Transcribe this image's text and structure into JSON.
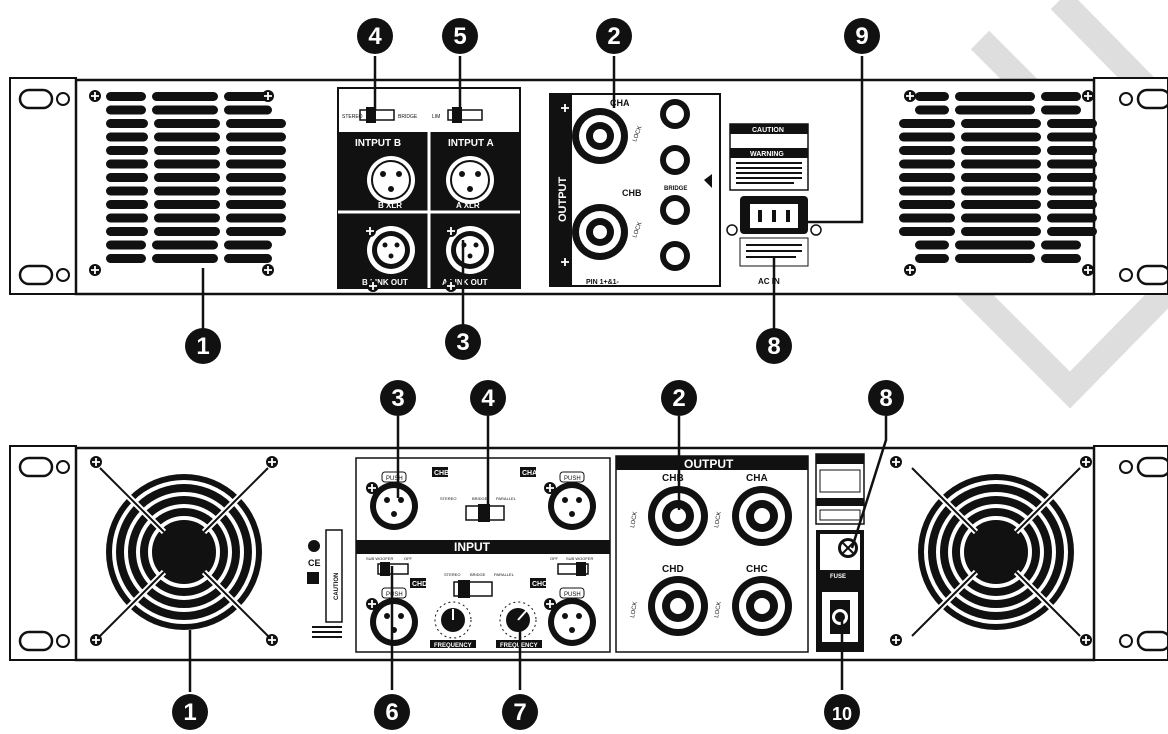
{
  "callouts": {
    "top": [
      "4",
      "5",
      "2",
      "9",
      "1",
      "3",
      "8"
    ],
    "bottom": [
      "3",
      "4",
      "2",
      "8",
      "1",
      "6",
      "7",
      "10"
    ]
  },
  "top_panel": {
    "input_b": "INTPUT B",
    "input_a": "INTPUT A",
    "b_xlr": "B XLR",
    "a_xlr": "A XLR",
    "b_link_out": "B LINK OUT",
    "a_link_out": "A LINK OUT",
    "switch_stereo": "STEREO",
    "switch_bridge": "BRIDGE",
    "switch_lim": "LIM",
    "output": "OUTPUT",
    "cha": "CHA",
    "chb": "CHB",
    "lock": "LOCK",
    "bridge": "BRIDGE",
    "pin": "PIN 1+&1-",
    "caution": "CAUTION",
    "warning": "WARNING",
    "ac_in": "AC IN"
  },
  "bottom_panel": {
    "chb": "CHB",
    "cha": "CHA",
    "chd": "CHD",
    "chc": "CHC",
    "push": "PUSH",
    "input": "INPUT",
    "output": "OUTPUT",
    "stereo": "STEREO",
    "bridge": "BRIDGE",
    "parallel": "PARALLEL",
    "sub_woofer": "SUB WOOFER",
    "off": "OFF",
    "frequency": "FREQUENCY",
    "lock": "LOCK",
    "fuse": "FUSE",
    "caution": "CAUTION"
  },
  "colors": {
    "ink": "#111111",
    "paper": "#ffffff",
    "watermark": "#dddddd"
  }
}
